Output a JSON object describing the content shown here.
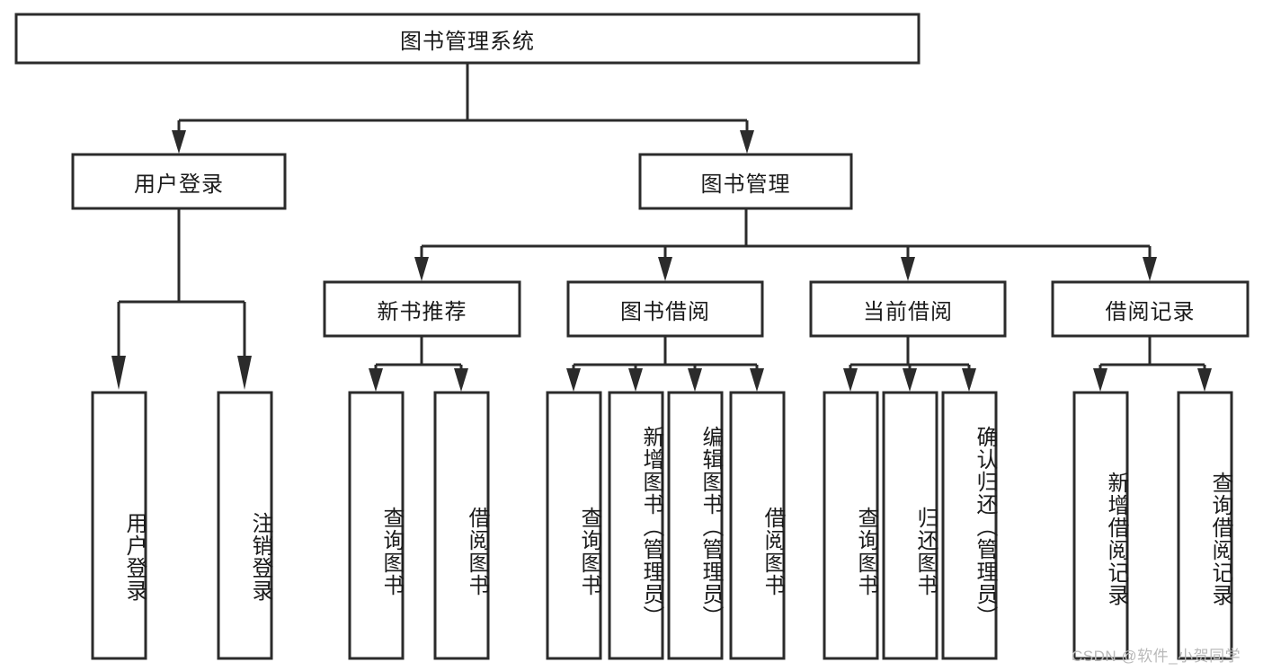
{
  "diagram": {
    "type": "tree-hierarchy-diagram",
    "title": "图书管理系统",
    "colors": {
      "stroke": "#2b2b2b",
      "fill": "#ffffff",
      "text": "#1b1b1b",
      "watermark": "#b9b9b9",
      "background": "#ffffff"
    },
    "levels": {
      "root": {
        "label": "图书管理系统",
        "orientation": "horizontal"
      },
      "level2": [
        {
          "label": "用户登录",
          "orientation": "horizontal"
        },
        {
          "label": "图书管理",
          "orientation": "horizontal"
        }
      ],
      "level3": [
        {
          "label": "新书推荐",
          "orientation": "horizontal"
        },
        {
          "label": "图书借阅",
          "orientation": "horizontal"
        },
        {
          "label": "当前借阅",
          "orientation": "horizontal"
        },
        {
          "label": "借阅记录",
          "orientation": "horizontal"
        }
      ],
      "leaves": {
        "user_login": [
          {
            "label": "用户登录",
            "orientation": "vertical"
          },
          {
            "label": "注销登录",
            "orientation": "vertical"
          }
        ],
        "new_book_recommend": [
          {
            "label": "查询图书",
            "orientation": "vertical"
          },
          {
            "label": "借阅图书",
            "orientation": "vertical"
          }
        ],
        "book_borrow": [
          {
            "label": "查询图书",
            "orientation": "vertical"
          },
          {
            "label": "新增图书（管理员）",
            "orientation": "vertical"
          },
          {
            "label": "编辑图书（管理员）",
            "orientation": "vertical"
          },
          {
            "label": "借阅图书",
            "orientation": "vertical"
          }
        ],
        "current_borrow": [
          {
            "label": "查询图书",
            "orientation": "vertical"
          },
          {
            "label": "归还图书",
            "orientation": "vertical"
          },
          {
            "label": "确认归还（管理员）",
            "orientation": "vertical"
          }
        ],
        "borrow_record": [
          {
            "label": "新增借阅记录",
            "orientation": "vertical"
          },
          {
            "label": "查询借阅记录",
            "orientation": "vertical"
          }
        ]
      }
    },
    "watermark": "CSDN @软件_小贺同学"
  }
}
